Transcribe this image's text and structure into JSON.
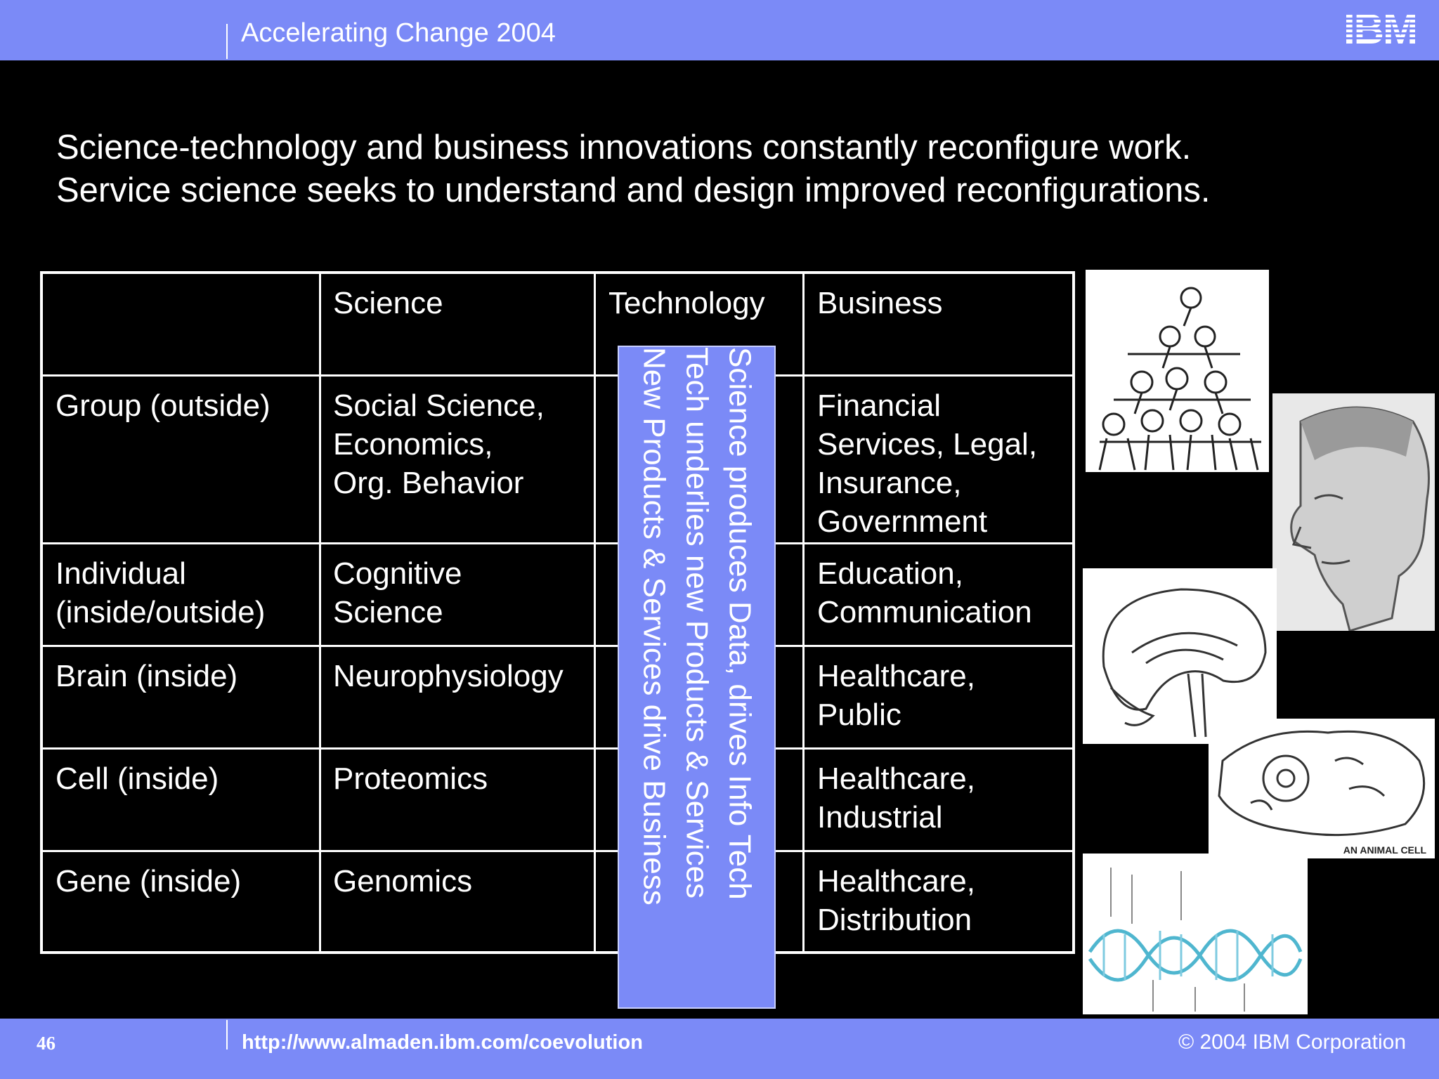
{
  "header": {
    "title": "Accelerating Change 2004",
    "logo_text": "IBM"
  },
  "headline": {
    "line1": "Science-technology and business innovations constantly reconfigure work.",
    "line2": "Service science seeks to understand and design improved reconfigurations."
  },
  "table": {
    "columns": [
      "",
      "Science",
      "Technology",
      "Business"
    ],
    "rows": [
      {
        "level": [
          "Group (outside)"
        ],
        "science": [
          "Social Science,",
          "Economics,",
          "Org. Behavior"
        ],
        "business": [
          "Financial",
          "Services, Legal,",
          "Insurance,",
          "Government"
        ]
      },
      {
        "level": [
          "Individual",
          "(inside/outside)"
        ],
        "science": [
          "Cognitive",
          "Science"
        ],
        "business": [
          "Education,",
          "Communication"
        ]
      },
      {
        "level": [
          "Brain (inside)"
        ],
        "science": [
          "Neurophysiology"
        ],
        "business": [
          "Healthcare,",
          "Public"
        ]
      },
      {
        "level": [
          "Cell (inside)"
        ],
        "science": [
          "Proteomics"
        ],
        "business": [
          "Healthcare,",
          "Industrial"
        ]
      },
      {
        "level": [
          "Gene (inside)"
        ],
        "science": [
          "Genomics"
        ],
        "business": [
          "Healthcare,",
          "Distribution"
        ]
      }
    ]
  },
  "technology_note": {
    "lines": [
      "Science produces Data, drives Info Tech",
      "Tech underlies new Products & Services",
      "New Products & Services drive Business"
    ]
  },
  "images": {
    "cell_caption": "AN ANIMAL CELL"
  },
  "footer": {
    "page_number": "46",
    "url": "http://www.almaden.ibm.com/coevolution",
    "copyright": "© 2004 IBM Corporation"
  },
  "colors": {
    "bar": "#7b8af7",
    "background": "#000000",
    "text": "#ffffff"
  }
}
